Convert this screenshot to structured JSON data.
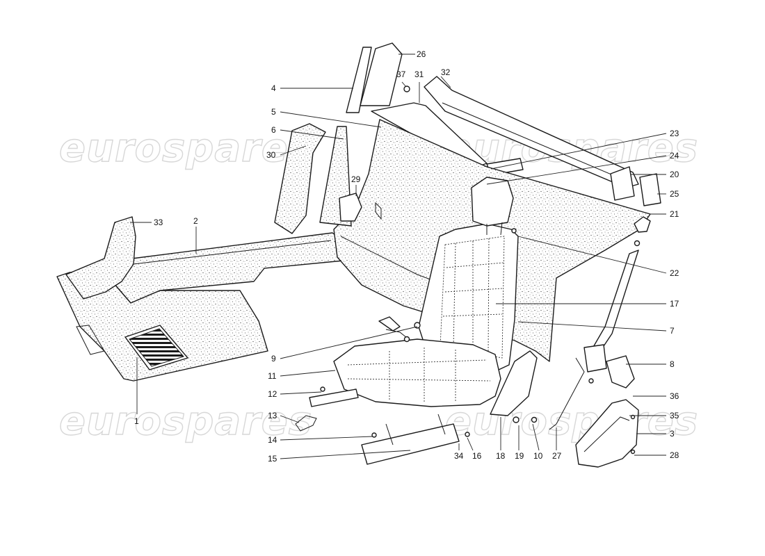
{
  "watermark": {
    "text": "eurospares"
  },
  "callouts": [
    {
      "id": "4",
      "label": "4"
    },
    {
      "id": "26",
      "label": "26"
    },
    {
      "id": "37",
      "label": "37"
    },
    {
      "id": "31",
      "label": "31"
    },
    {
      "id": "32",
      "label": "32"
    },
    {
      "id": "5",
      "label": "5"
    },
    {
      "id": "6",
      "label": "6"
    },
    {
      "id": "30",
      "label": "30"
    },
    {
      "id": "23",
      "label": "23"
    },
    {
      "id": "24",
      "label": "24"
    },
    {
      "id": "20",
      "label": "20"
    },
    {
      "id": "25",
      "label": "25"
    },
    {
      "id": "29",
      "label": "29"
    },
    {
      "id": "33",
      "label": "33"
    },
    {
      "id": "2",
      "label": "2"
    },
    {
      "id": "21",
      "label": "21"
    },
    {
      "id": "22",
      "label": "22"
    },
    {
      "id": "17",
      "label": "17"
    },
    {
      "id": "7",
      "label": "7"
    },
    {
      "id": "9",
      "label": "9"
    },
    {
      "id": "8",
      "label": "8"
    },
    {
      "id": "11",
      "label": "11"
    },
    {
      "id": "36",
      "label": "36"
    },
    {
      "id": "12",
      "label": "12"
    },
    {
      "id": "35",
      "label": "35"
    },
    {
      "id": "13",
      "label": "13"
    },
    {
      "id": "3",
      "label": "3"
    },
    {
      "id": "14",
      "label": "14"
    },
    {
      "id": "1",
      "label": "1"
    },
    {
      "id": "15",
      "label": "15"
    },
    {
      "id": "34",
      "label": "34"
    },
    {
      "id": "16",
      "label": "16"
    },
    {
      "id": "18",
      "label": "18"
    },
    {
      "id": "19",
      "label": "19"
    },
    {
      "id": "10",
      "label": "10"
    },
    {
      "id": "27",
      "label": "27"
    },
    {
      "id": "28",
      "label": "28"
    }
  ]
}
